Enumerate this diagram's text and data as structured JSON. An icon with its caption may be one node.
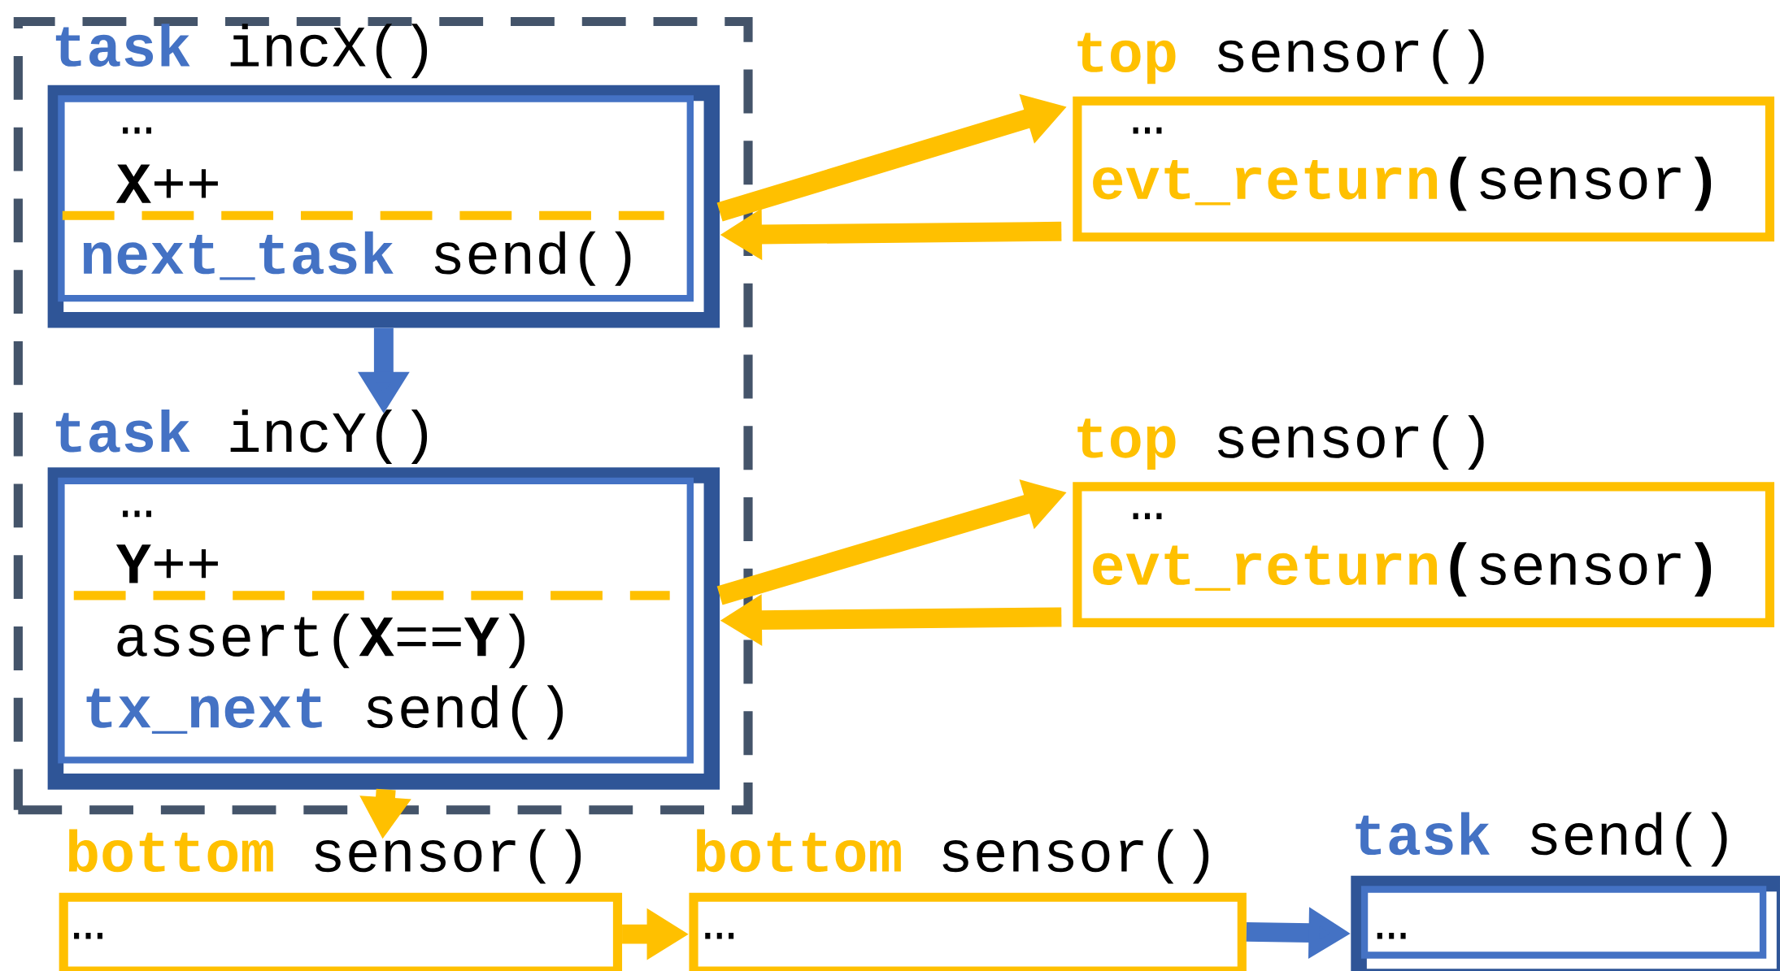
{
  "diagram": {
    "nodes": [
      {
        "text": [],
        "shape": "box"
      },
      {
        "text": [
          "task",
          "incX()",
          "…",
          "**X**++",
          "next_task",
          "send()"
        ],
        "in": 0
      },
      {
        "text": [
          "task",
          "incY()",
          "…",
          "**Y**++",
          "assert(**X**==**Y**)",
          "tx_next",
          "send()"
        ],
        "in": 0
      },
      {
        "text": [
          "top",
          "sensor()",
          "…",
          "evt_return",
          "**(**sensor**)**"
        ]
      },
      {
        "text": [
          "top",
          "sensor()",
          "…",
          "evt_return",
          "**(**sensor**)**"
        ]
      },
      {
        "text": [
          "bottom",
          "sensor()",
          "…"
        ]
      },
      {
        "text": [
          "bottom",
          "sensor()",
          "…"
        ]
      },
      {
        "text": [
          "task",
          "send()",
          "…"
        ]
      }
    ],
    "edges": [
      {
        "from": 1,
        "to": 3,
        "arrow": "to"
      },
      {
        "from": 3,
        "to": 1,
        "arrow": "to"
      },
      {
        "from": 1,
        "to": 2,
        "arrow": "to",
        "color": "#4472c4"
      },
      {
        "from": 2,
        "to": 4,
        "arrow": "to"
      },
      {
        "from": 4,
        "to": 2,
        "arrow": "to"
      },
      {
        "from": 2,
        "to": 5,
        "arrow": "to"
      },
      {
        "from": 5,
        "to": 6,
        "arrow": "to"
      },
      {
        "from": 6,
        "to": 7,
        "arrow": "to",
        "color": "#4472c4"
      }
    ]
  }
}
